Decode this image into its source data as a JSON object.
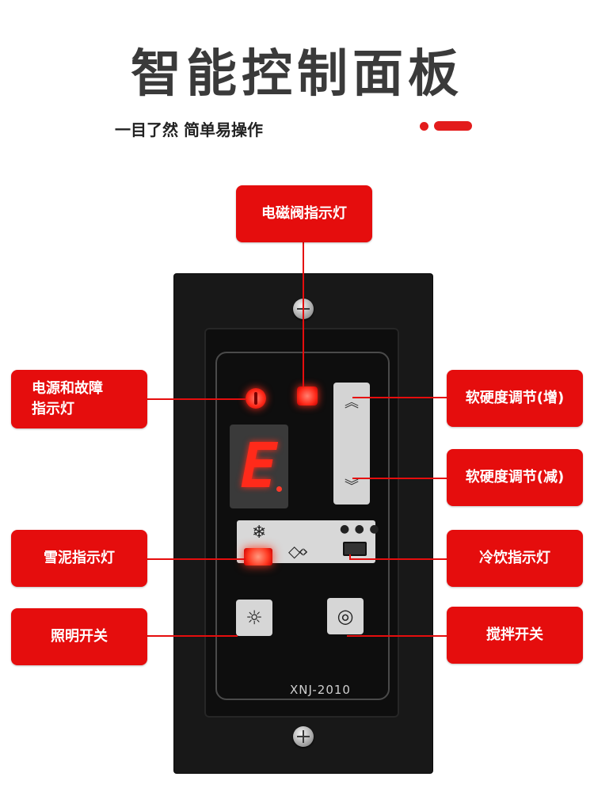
{
  "header": {
    "title": "智能控制面板",
    "subtitle": "一目了然 简单易操作"
  },
  "callouts": {
    "solenoid": "电磁阀指示灯",
    "power_fault_line1": "电源和故障",
    "power_fault_line2": "指示灯",
    "softness_up": "软硬度调节(增)",
    "softness_down": "软硬度调节(减)",
    "slush": "雪泥指示灯",
    "cold_drink": "冷饮指示灯",
    "light": "照明开关",
    "stir": "搅拌开关"
  },
  "panel": {
    "display_value": "E",
    "model": "XNJ-2010",
    "up_glyph": "︽",
    "down_glyph": "︾",
    "snow_glyph": "❄",
    "diamond_glyph": "◇‹›",
    "drops_glyph": "💧",
    "light_glyph": "☼",
    "stir_glyph": "◎"
  },
  "colors": {
    "accent_red": "#e50d0d",
    "led_red": "#ff2a1a",
    "panel_black": "#181818"
  },
  "icons": [
    "snowflake-icon",
    "diamond-arrows-icon",
    "water-drops-icon",
    "light-icon",
    "spiral-icon",
    "chevron-up-icon",
    "chevron-down-icon"
  ]
}
